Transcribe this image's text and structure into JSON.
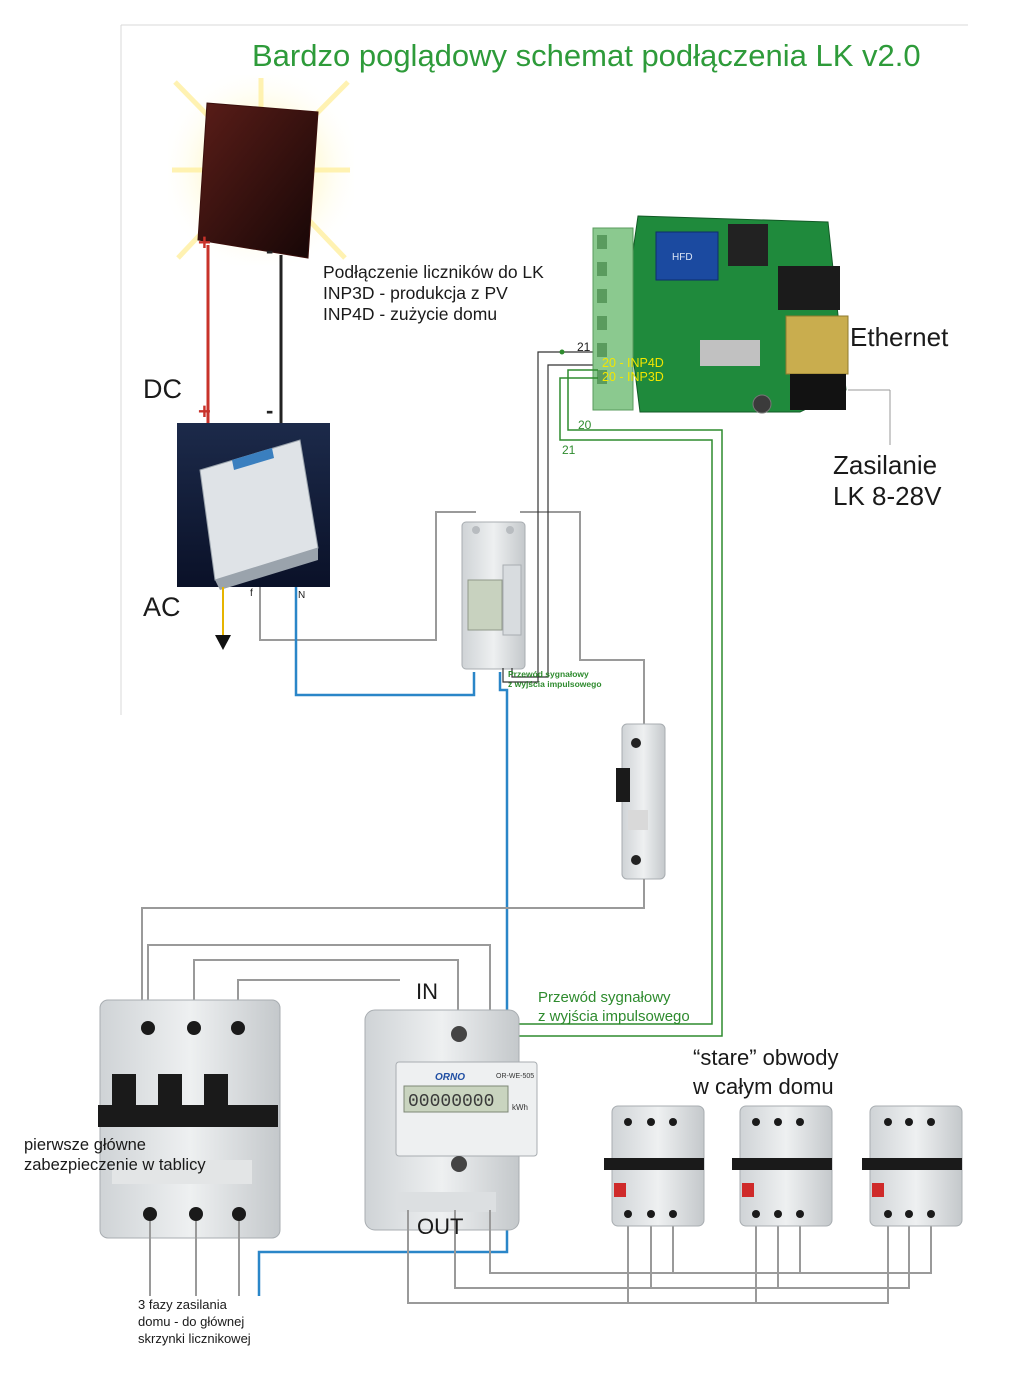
{
  "title": "Bardzo poglądowy schemat podłączenia LK v2.0",
  "lk_note": [
    "Podłączenie liczników do LK",
    "INP3D - produkcja z PV",
    "INP4D - zużycie domu"
  ],
  "labels": {
    "dc": "DC",
    "ac": "AC",
    "ethernet": "Ethernet",
    "power": [
      "Zasilanie",
      "LK 8-28V"
    ],
    "plus": "+",
    "minus": "-",
    "inverter_f": "f",
    "inverter_n": "N",
    "pin_21_top": "21",
    "pin_20_inp4d": "20 - INP4D",
    "pin_20_inp3d": "20 - INP3D",
    "wire_20": "20",
    "wire_21": "21",
    "small_signal": [
      "Przewód sygnałowy",
      "z wyjścia impulsowego"
    ],
    "big_signal": [
      "Przewód sygnałowy",
      "z wyjścia impulsowego"
    ],
    "meter_in": "IN",
    "meter_out": "OUT",
    "old_circuits": [
      "“stare” obwody",
      "w całym domu"
    ],
    "main_breaker": [
      "pierwsze główne",
      "zabezpieczenie w tablicy"
    ],
    "three_phase": [
      "3 fazy zasilania",
      "domu - do głównej",
      "skrzynki licznikowej"
    ]
  },
  "device_text": {
    "meter_brand": "ORNO",
    "meter_model": "OR-WE-505",
    "meter_display": "00000000",
    "meter_unit": "kWh",
    "lk_board": "HFD"
  },
  "colors": {
    "title": "#2e9b3a",
    "signal_wire": "#2e8b2e",
    "neutral_wire": "#2a86c8",
    "gray_wire": "#9a9a9a",
    "dc_plus": "#c8322a",
    "dc_minus": "#222222",
    "ground": "#e6b400",
    "pcb": "#1f8a3c"
  }
}
